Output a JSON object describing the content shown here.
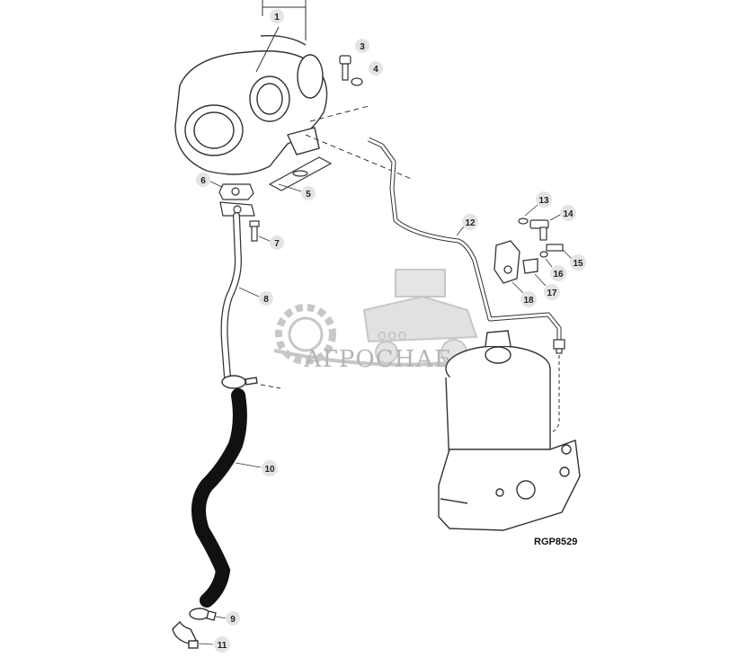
{
  "callouts": [
    {
      "id": "1",
      "label": "1"
    },
    {
      "id": "3",
      "label": "3"
    },
    {
      "id": "4",
      "label": "4"
    },
    {
      "id": "5",
      "label": "5"
    },
    {
      "id": "6",
      "label": "6"
    },
    {
      "id": "7",
      "label": "7"
    },
    {
      "id": "8",
      "label": "8"
    },
    {
      "id": "9",
      "label": "9"
    },
    {
      "id": "10",
      "label": "10"
    },
    {
      "id": "11",
      "label": "11"
    },
    {
      "id": "12",
      "label": "12"
    },
    {
      "id": "13",
      "label": "13"
    },
    {
      "id": "14",
      "label": "14"
    },
    {
      "id": "15",
      "label": "15"
    },
    {
      "id": "16",
      "label": "16"
    },
    {
      "id": "17",
      "label": "17"
    },
    {
      "id": "18",
      "label": "18"
    }
  ],
  "figure_code": "RGP8529",
  "watermark": {
    "small_text": "ООО",
    "brand_text": "АГРОСНАБ"
  }
}
